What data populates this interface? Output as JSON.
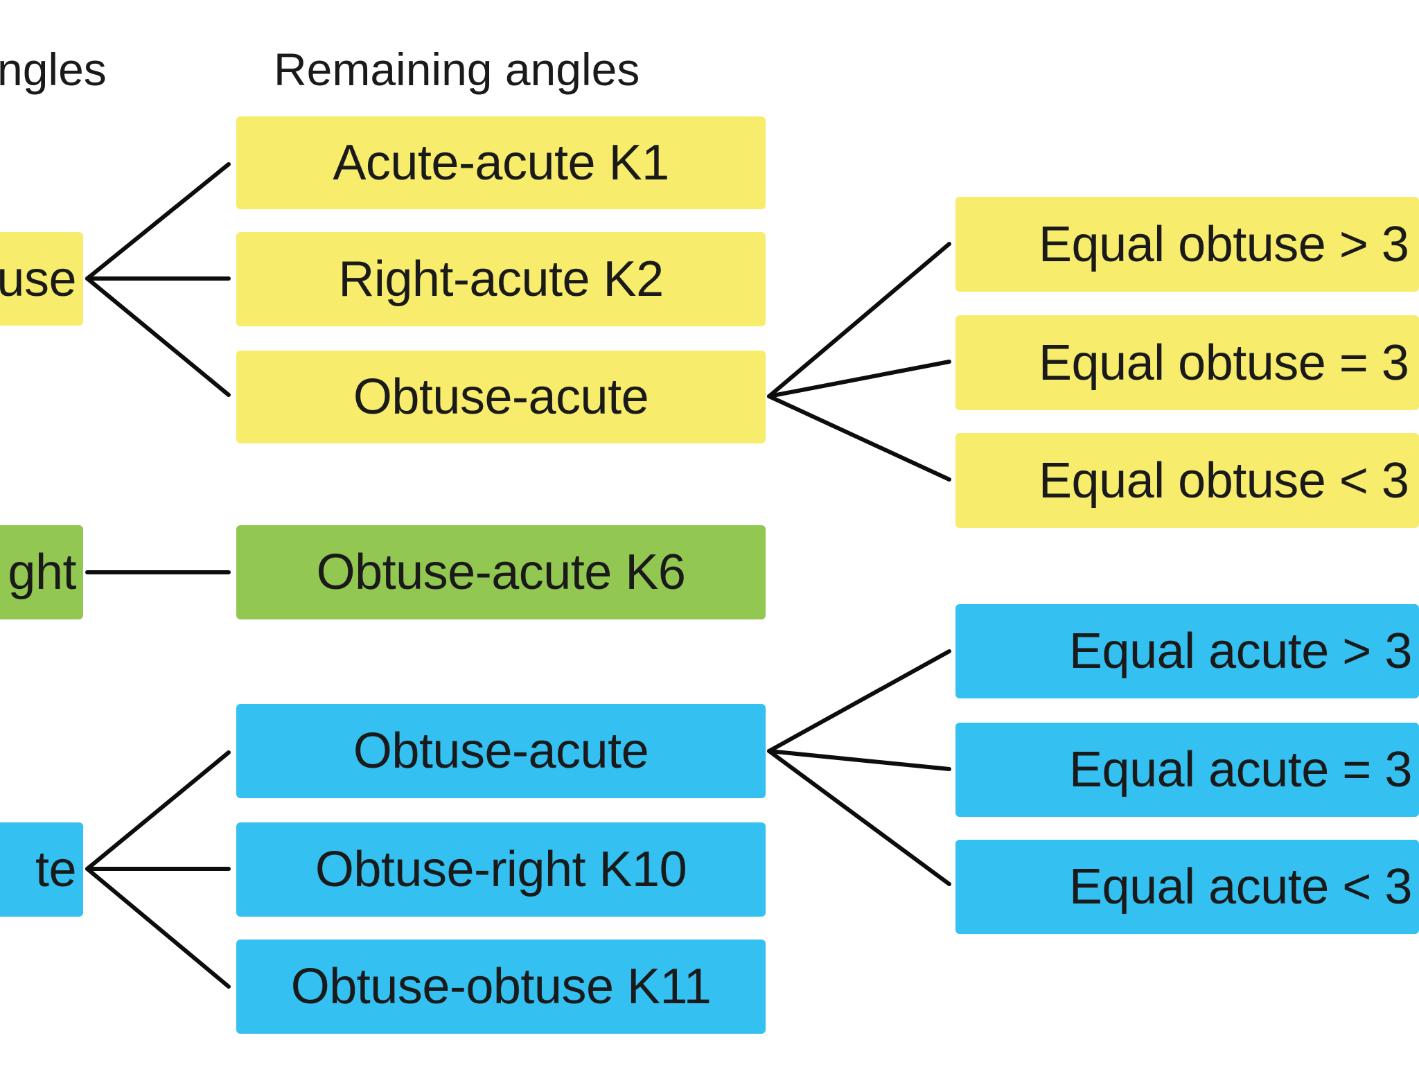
{
  "headers": {
    "left_partial": "ngles",
    "middle": "Remaining angles"
  },
  "colors": {
    "yellow": "#f7ec6c",
    "green": "#92c752",
    "blue": "#34c0f0",
    "line": "#0d0d0d"
  },
  "first_level": {
    "obtuse": "use",
    "right": "ght",
    "acute": "te"
  },
  "second_level": {
    "acute_acute_k1": "Acute-acute K1",
    "right_acute_k2": "Right-acute K2",
    "obtuse_acute_yellow": "Obtuse-acute",
    "obtuse_acute_k6": "Obtuse-acute K6",
    "obtuse_acute_blue": "Obtuse-acute",
    "obtuse_right_k10": "Obtuse-right K10",
    "obtuse_obtuse_k11": "Obtuse-obtuse K11"
  },
  "third_level": {
    "equal_obtuse_gt": "Equal obtuse > 3",
    "equal_obtuse_eq": "Equal obtuse = 3",
    "equal_obtuse_lt": "Equal obtuse < 3",
    "equal_acute_gt": "Equal acute > 3",
    "equal_acute_eq": "Equal acute = 3",
    "equal_acute_lt": "Equal acute < 3"
  }
}
